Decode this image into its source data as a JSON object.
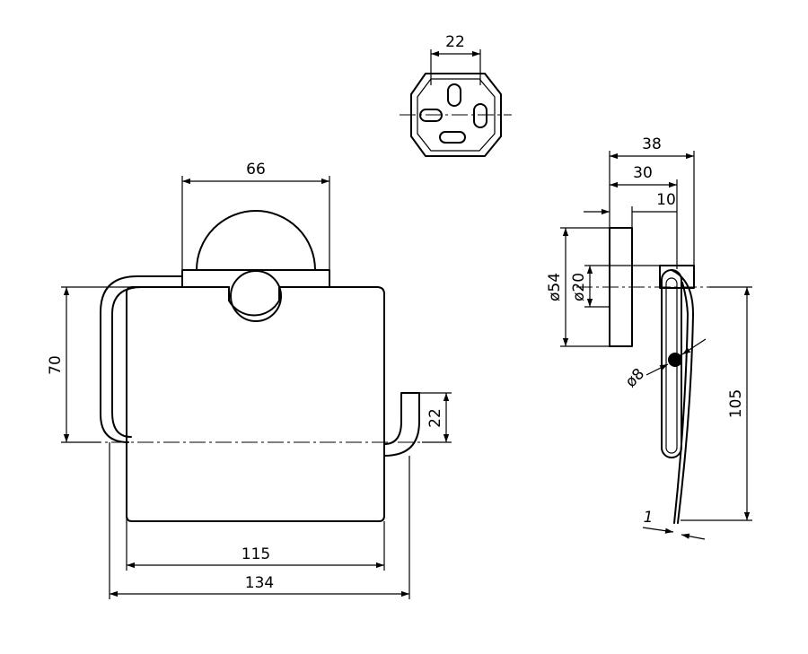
{
  "front_view": {
    "dim_backplate_width": "66",
    "dim_height": "70",
    "dim_arm_height": "22",
    "dim_cover_width": "115",
    "dim_overall_width": "134"
  },
  "top_view": {
    "dim_width": "22"
  },
  "side_view": {
    "dim_depth_overall": "38",
    "dim_depth_mid": "30",
    "dim_depth_small": "10",
    "dim_plate_diameter": "ø54",
    "dim_boss_diameter": "ø20",
    "dim_rod_diameter": "ø8",
    "dim_height": "105",
    "dim_thickness": "1"
  }
}
